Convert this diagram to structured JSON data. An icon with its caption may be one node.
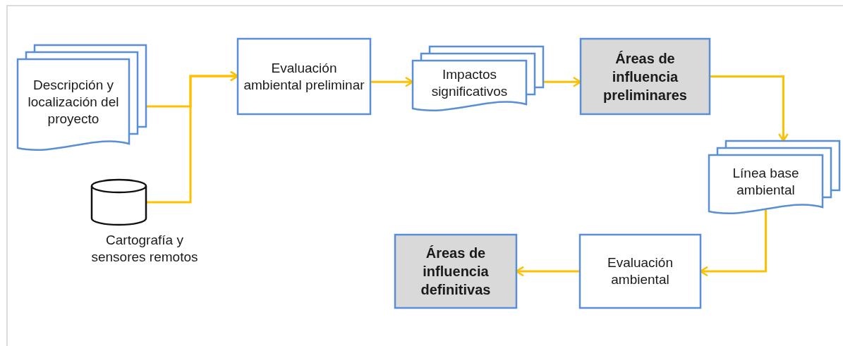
{
  "diagram": {
    "nodes": [
      {
        "text": [
          "Descripción y localización del proyecto"
        ]
      },
      {
        "text": [
          "Cartografía y sensores remotos"
        ]
      },
      {
        "text": [
          "Evaluación ambiental preliminar"
        ]
      },
      {
        "text": [
          "Impactos significativos"
        ]
      },
      {
        "text": [
          "Áreas de influencia preliminares"
        ]
      },
      {
        "text": [
          "Línea base ambiental"
        ]
      },
      {
        "text": [
          "Evaluación ambiental"
        ]
      },
      {
        "text": [
          "Áreas de influencia definitivas"
        ]
      }
    ],
    "edges": [
      {
        "from": 0,
        "to": 2,
        "arrow": "to"
      },
      {
        "from": 1,
        "to": 2,
        "arrow": "to"
      },
      {
        "from": 2,
        "to": 3,
        "arrow": "to"
      },
      {
        "from": 3,
        "to": 4,
        "arrow": "to"
      },
      {
        "from": 4,
        "to": 5,
        "arrow": "to"
      },
      {
        "from": 5,
        "to": 6,
        "arrow": "to"
      },
      {
        "from": 6,
        "to": 7,
        "arrow": "to"
      }
    ]
  }
}
